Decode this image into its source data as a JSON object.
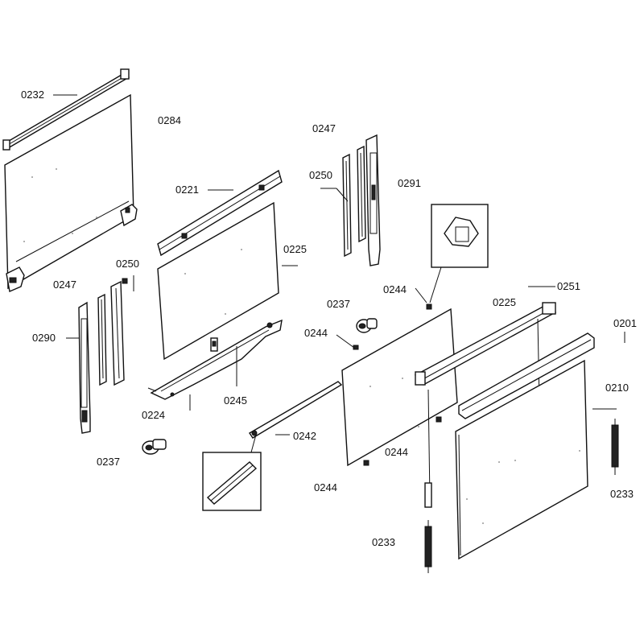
{
  "labels": {
    "l0232": "0232",
    "l0284": "0284",
    "l0247a": "0247",
    "l0247b": "0247",
    "l0250a": "0250",
    "l0250b": "0250",
    "l0291": "0291",
    "l0221": "0221",
    "l0225a": "0225",
    "l0225b": "0225",
    "l0290": "0290",
    "l0244a": "0244",
    "l0244b": "0244",
    "l0244c": "0244",
    "l0244d": "0244",
    "l0237a": "0237",
    "l0237b": "0237",
    "l0251": "0251",
    "l0201": "0201",
    "l0245": "0245",
    "l0224": "0224",
    "l0242": "0242",
    "l0210": "0210",
    "l0233a": "0233",
    "l0233b": "0233"
  }
}
